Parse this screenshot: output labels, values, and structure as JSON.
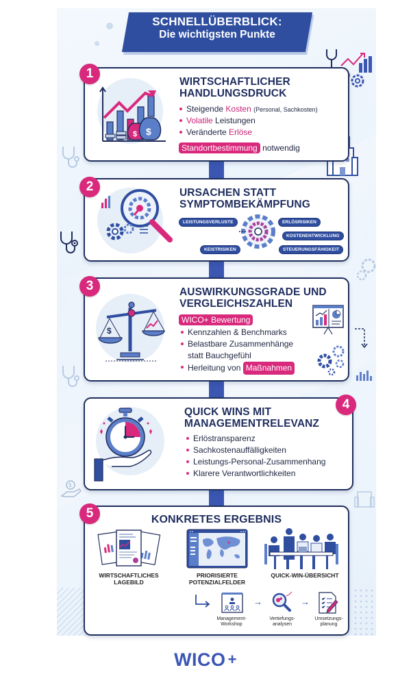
{
  "header": {
    "title_line1": "SCHNELLÜBERBLICK:",
    "title_line2": "Die wichtigsten Punkte"
  },
  "colors": {
    "navy": "#1f2d5e",
    "primary_blue": "#2f4ea0",
    "accent_pink": "#d8297c",
    "background": "#eaf2fb"
  },
  "sections": [
    {
      "number": "1",
      "title_line1": "WIRTSCHAFTLICHER",
      "title_line2": "HANDLUNGSDRUCK",
      "icon": "growth-chart-money-bags-icon",
      "bullets": [
        {
          "highlight": "",
          "pre": "Steigende ",
          "emph": "Kosten",
          "post": " ",
          "small": "(Personal, Sachkosten)"
        },
        {
          "pre": "",
          "emph": "Volatile",
          "post": " Leistungen"
        },
        {
          "pre": "Veränderte ",
          "emph": "Erlöse",
          "post": ""
        }
      ],
      "callout_pill": "Standortbestimmung",
      "callout_text": "notwendig"
    },
    {
      "number": "2",
      "title_line1": "URSACHEN STATT",
      "title_line2": "SYMPTOMBEKÄMPFUNG",
      "icon": "magnifier-gear-icon",
      "tags": [
        "LEISTUNGSVERLUSTE",
        "ERLÖSRISIKEN",
        "KOSTENENTWICKLUNG",
        "KEISTRISIKEN",
        "STEUERUNGSFÄHIGKEIT"
      ]
    },
    {
      "number": "3",
      "title_line1": "AUSWIRKUNGSGRADE UND",
      "title_line2": "VERGLEICHSZAHLEN",
      "icon": "balance-scale-icon",
      "pill": "WICO+ Bewertung",
      "bullets": [
        "Kennzahlen & Benchmarks",
        "Belastbare Zusammenhänge",
        "statt Bauchgefühl",
        "Herleitung von"
      ],
      "bullet_pill": "Maßnahmen"
    },
    {
      "number": "4",
      "title_line1": "QUICK WINS MIT",
      "title_line2": "MANAGEMENTRELEVANZ",
      "icon": "stopwatch-hand-icon",
      "bullets": [
        "Erlöstransparenz",
        "Sachkostenauffälligkeiten",
        "Leistungs-Personal-Zusammenhang",
        "Klarere Verantwortlichkeiten"
      ]
    },
    {
      "number": "5",
      "title": "KONKRETES ERGEBNIS",
      "results": [
        {
          "label_line1": "WIRTSCHAFTLICHES",
          "label_line2": "LAGEBILD",
          "icon": "report-documents-icon"
        },
        {
          "label_line1": "PRIORISIERTE",
          "label_line2": "POTENZIALFELDER",
          "icon": "world-map-dashboard-icon"
        },
        {
          "label_line1": "QUICK-WIN-ÜBERSICHT",
          "label_line2": "",
          "icon": "team-meeting-icon"
        }
      ],
      "steps": [
        {
          "line1": "Management-",
          "line2": "Workshop",
          "icon": "presentation-board-icon"
        },
        {
          "line1": "Vertiefungs-",
          "line2": "analysen",
          "icon": "magnifier-analysis-icon"
        },
        {
          "line1": "Umsetzungs-",
          "line2": "planung",
          "icon": "checklist-pen-icon"
        }
      ]
    }
  ],
  "footer": {
    "logo_text": "WICO",
    "logo_plus": "+"
  }
}
